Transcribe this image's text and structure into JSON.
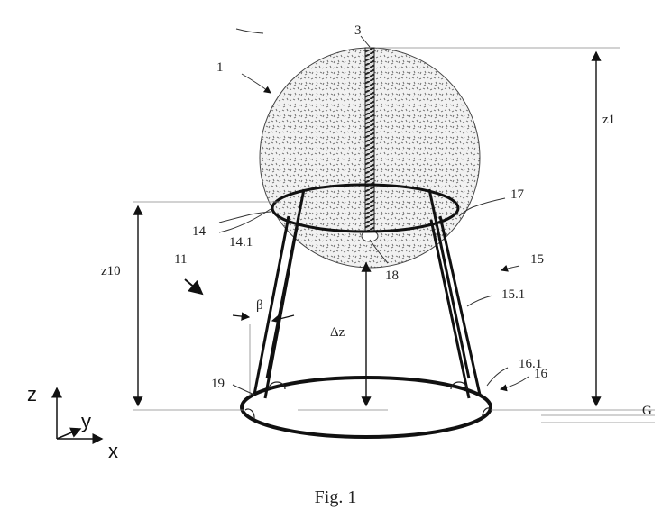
{
  "figure": {
    "caption": "Fig. 1",
    "labels": {
      "balloon": "1",
      "tether": "3",
      "upper_ring": "14",
      "upper_ring_sub": "14.1",
      "legs": "15",
      "leg_sub": "15.1",
      "lower_ring": "16",
      "lower_ring_sub": "16.1",
      "attachment": "17",
      "tether_end": "18",
      "foot": "19",
      "frame": "11",
      "angle": "β",
      "height_total": "z1",
      "height_frame": "z10",
      "gap": "Δz",
      "ground": "G"
    },
    "axes": {
      "z": "z",
      "y": "y",
      "x": "x"
    }
  }
}
